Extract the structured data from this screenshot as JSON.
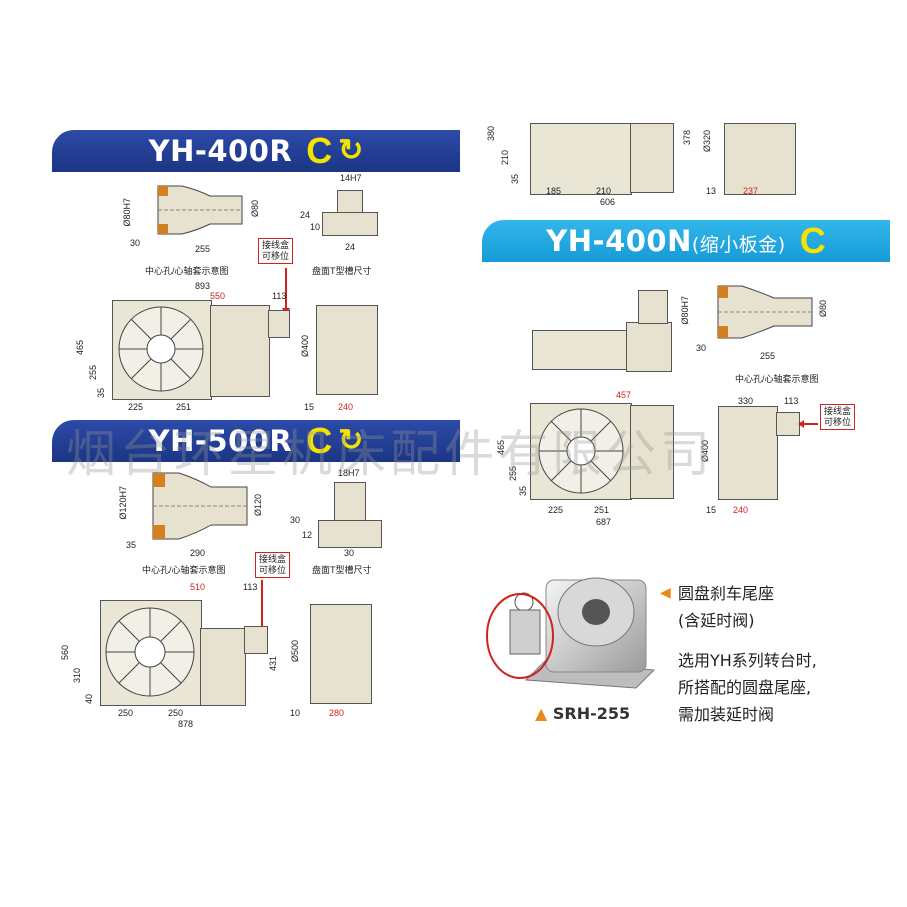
{
  "yh400r": {
    "title": "YH-400R",
    "bore": {
      "d_left": "Ø80H7",
      "d_right": "Ø80",
      "d1": "30",
      "d2": "255",
      "caption": "中心孔/心轴套示意图"
    },
    "tslot": {
      "top": "14H7",
      "h1": "24",
      "h2": "10",
      "w": "24",
      "caption": "盘面T型槽尺寸"
    },
    "callout": [
      "接线盒",
      "可移位"
    ],
    "dims": {
      "total": "893",
      "red_top": "550",
      "offset": "113",
      "h": "465",
      "h2": "255",
      "h3": "35",
      "w1": "225",
      "w2": "251",
      "dia": "Ø400",
      "side1": "15",
      "side_red": "240"
    }
  },
  "yh500r": {
    "title": "YH-500R",
    "bore": {
      "d_left": "Ø120H7",
      "d_right": "Ø120",
      "d1": "35",
      "d2": "290",
      "caption": "中心孔/心轴套示意图"
    },
    "tslot": {
      "top": "18H7",
      "h1": "30",
      "h2": "12",
      "w": "30",
      "caption": "盘面T型槽尺寸"
    },
    "callout": [
      "接线盒",
      "可移位"
    ],
    "dims": {
      "red_top": "510",
      "offset": "113",
      "h": "560",
      "h2": "310",
      "h3": "40",
      "w1": "250",
      "w2": "250",
      "total": "878",
      "right_h": "431",
      "dia": "Ø500",
      "side1": "10",
      "side_red": "280"
    }
  },
  "yh400n_top": {
    "left": [
      "380",
      "210",
      "35"
    ],
    "bottom": [
      "185",
      "210",
      "606"
    ],
    "right": [
      "378",
      "Ø320"
    ],
    "side1": "13",
    "side_red": "237"
  },
  "yh400n": {
    "title": "YH-400N",
    "subtitle": "(缩小板金)",
    "bore": {
      "d_left": "Ø80H7",
      "d_right": "Ø80",
      "d1": "30",
      "d2": "255",
      "caption": "中心孔/心轴套示意图"
    },
    "callout": [
      "接线盒",
      "可移位"
    ],
    "dims": {
      "red_top": "457",
      "h": "465",
      "h2": "255",
      "h3": "35",
      "w1": "225",
      "w2": "251",
      "total": "687",
      "side_top1": "330",
      "side_top2": "113",
      "dia": "Ø400",
      "side1": "15",
      "side_red": "240"
    }
  },
  "tailstock": {
    "lines": [
      "圆盘刹车尾座",
      "(含延时阀)",
      "选用YH系列转台时,",
      "所搭配的圆盘尾座,",
      "需加装延时阀"
    ],
    "model": "SRH-255"
  },
  "symbols": {
    "clamp": "C",
    "rotate": "↻"
  },
  "watermark": "烟台环星机床配件有限公司",
  "colors": {
    "banner_dark": "#1f3a8f",
    "banner_light": "#1aa3dd",
    "accent_red": "#d0231e",
    "symbol_yellow": "#f4e200",
    "part_fill": "#e6e2cf"
  }
}
